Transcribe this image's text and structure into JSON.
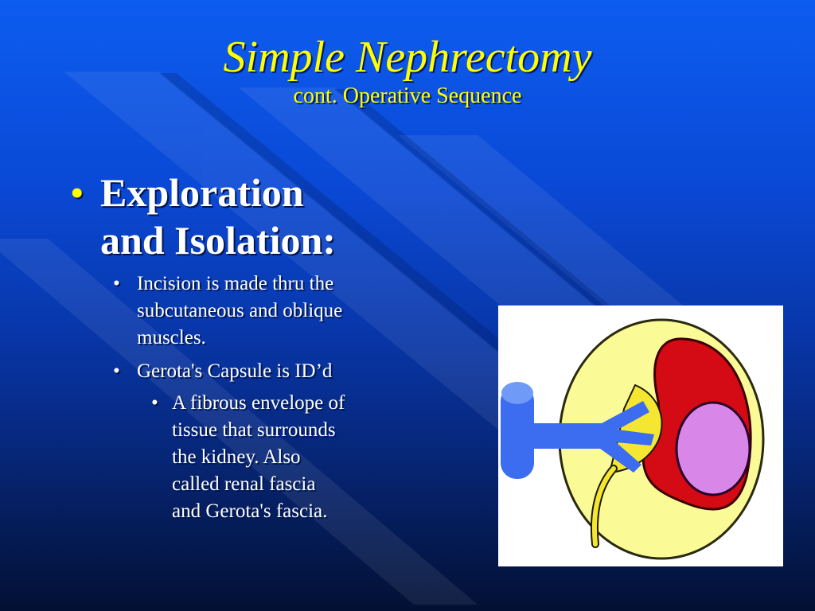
{
  "slide": {
    "title": "Simple Nephrectomy",
    "subtitle": "cont. Operative Sequence",
    "heading_bullet": "•",
    "heading_line1": "Exploration",
    "heading_line2": "and Isolation:",
    "bullets": [
      {
        "marker": "•",
        "lines": [
          "Incision is made thru the",
          "subcutaneous and oblique",
          "muscles."
        ]
      },
      {
        "marker": "•",
        "lines": [
          "Gerota's Capsule is ID’d"
        ]
      }
    ],
    "sub_bullet": {
      "marker": "•",
      "lines": [
        "A fibrous envelope of",
        "tissue that surrounds",
        "the kidney. Also",
        "called renal fascia",
        "and Gerota's fascia."
      ]
    }
  },
  "colors": {
    "title": "#ffff00",
    "text": "#ffffff",
    "capsule_yellow": "#fafa96",
    "kidney_red": "#d40a14",
    "vessel_blue": "#3c6cf0",
    "tumor_lavender": "#d886e8",
    "ureter_yellow": "#f5e632"
  },
  "illustration": {
    "icon": "kidney-diagram-icon"
  }
}
